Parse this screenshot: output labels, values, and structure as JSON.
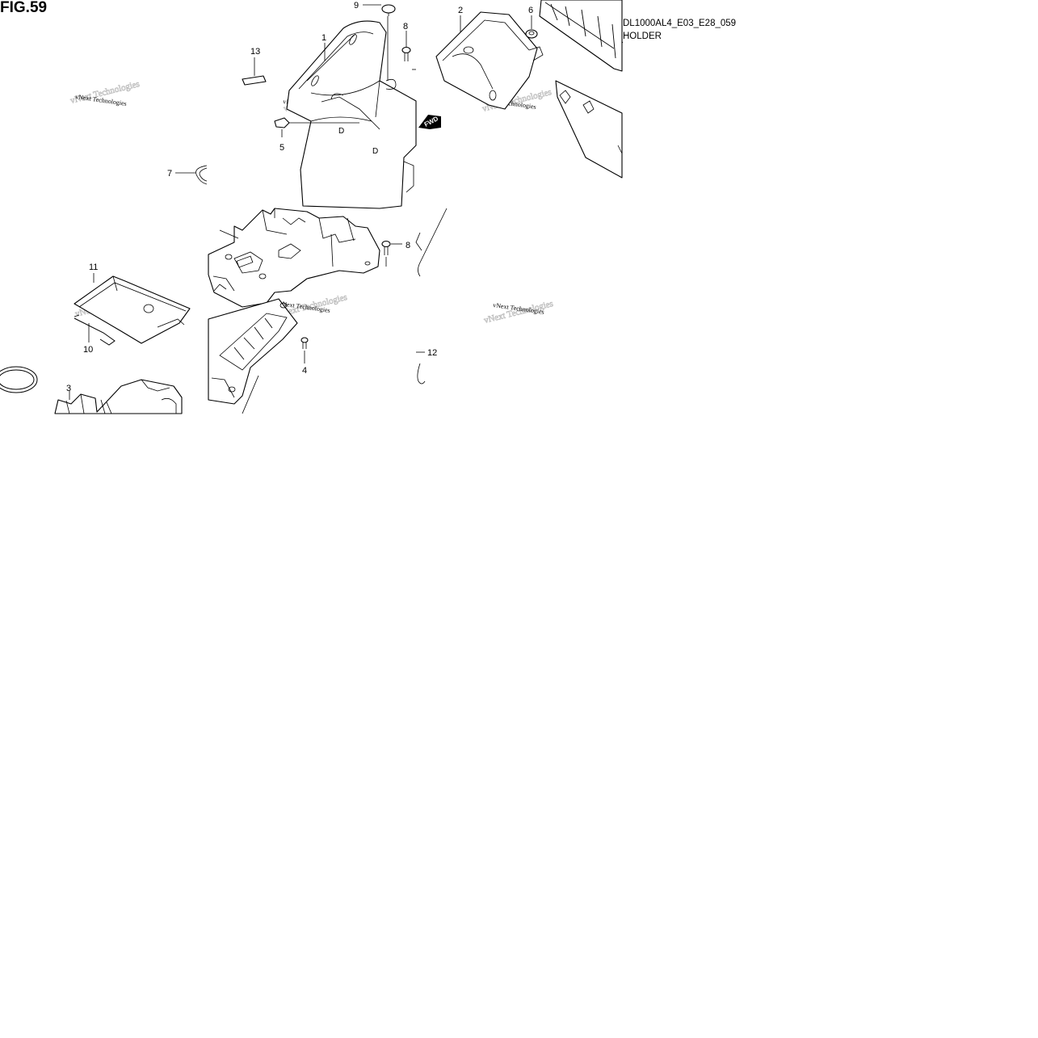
{
  "figure": {
    "title": "FIG.59",
    "code": "DL1000AL4_E03_E28_059",
    "caption": "HOLDER"
  },
  "callouts": [
    {
      "id": "c1",
      "text": "1"
    },
    {
      "id": "c2",
      "text": "2"
    },
    {
      "id": "c3",
      "text": "3"
    },
    {
      "id": "c4",
      "text": "4"
    },
    {
      "id": "c5",
      "text": "5"
    },
    {
      "id": "c6",
      "text": "6"
    },
    {
      "id": "c7",
      "text": "7"
    },
    {
      "id": "c8a",
      "text": "8"
    },
    {
      "id": "c8b",
      "text": "8"
    },
    {
      "id": "c9",
      "text": "9"
    },
    {
      "id": "c10",
      "text": "10"
    },
    {
      "id": "c11",
      "text": "11"
    },
    {
      "id": "c12",
      "text": "12"
    },
    {
      "id": "c13",
      "text": "13"
    }
  ],
  "watermark": {
    "text": "vNext Technologies"
  },
  "arrow_label": "FWD"
}
